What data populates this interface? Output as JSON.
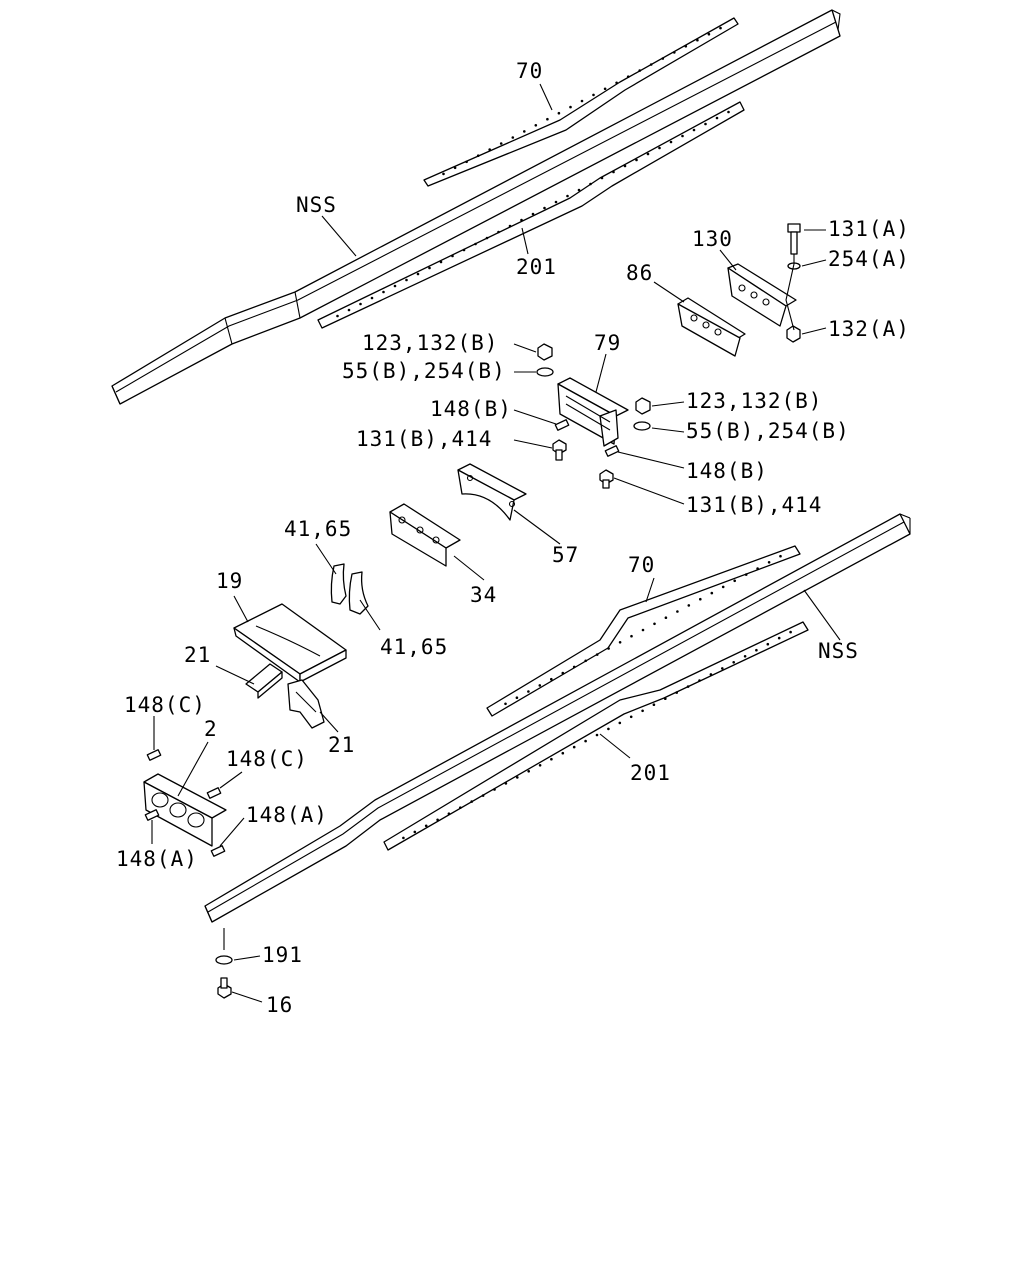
{
  "diagram": {
    "labels": {
      "frame_top": "NSS",
      "frame_bottom": "NSS",
      "reinf_70_top": "70",
      "reinf_70_bottom": "70",
      "reinf_201_top": "201",
      "reinf_201_bottom": "201",
      "p130": "130",
      "p86": "86",
      "p131a": "131(A)",
      "p254a": "254(A)",
      "p132a": "132(A)",
      "p79": "79",
      "p123_left": "123,132(B)",
      "p55_left": "55(B),254(B)",
      "p148b_left": "148(B)",
      "p131b_left": "131(B),414",
      "p123_right": "123,132(B)",
      "p55_right": "55(B),254(B)",
      "p148b_right": "148(B)",
      "p131b_right": "131(B),414",
      "p57": "57",
      "p34": "34",
      "p4165_top": "41,65",
      "p4165_bottom": "41,65",
      "p19": "19",
      "p21_left": "21",
      "p21_right": "21",
      "p148c_left": "148(C)",
      "p2": "2",
      "p148c_right": "148(C)",
      "p148a_right": "148(A)",
      "p148a_left": "148(A)",
      "p191": "191",
      "p16": "16"
    }
  }
}
